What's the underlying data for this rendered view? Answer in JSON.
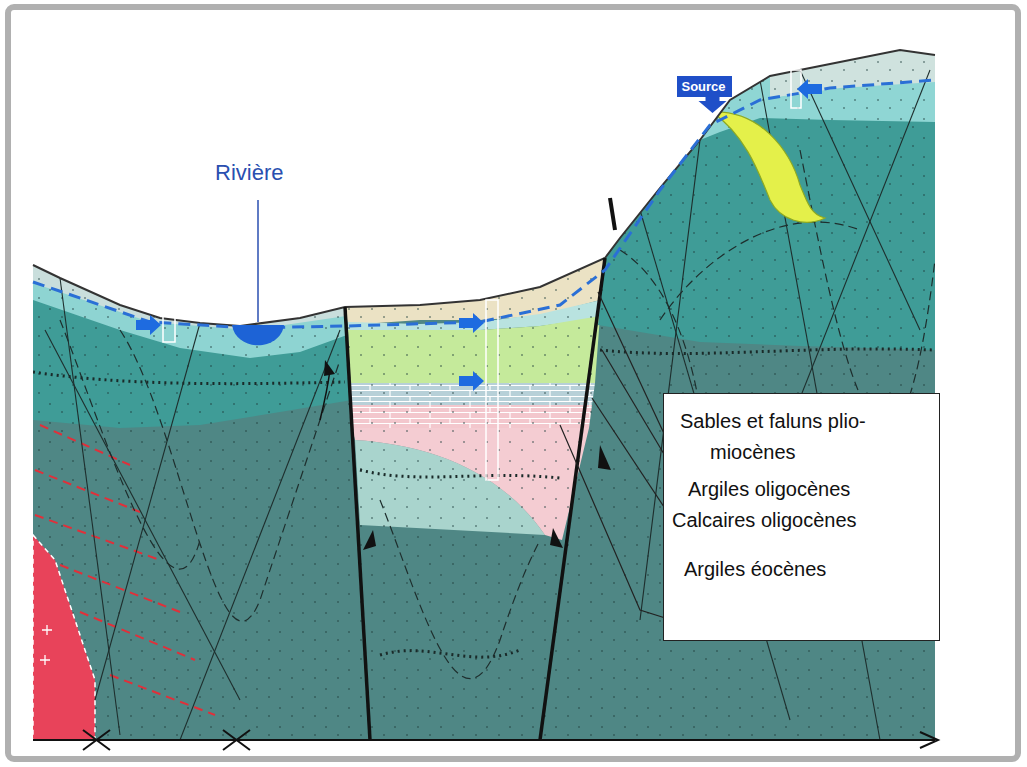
{
  "diagram": {
    "nodes": [
      {
        "text": [
          "Source"
        ]
      },
      {
        "text": [
          "Sables et faluns plio-miocènes",
          "Argiles oligocènes",
          "Calcaires oligocènes",
          "Argiles éocènes"
        ]
      }
    ],
    "labels": [
      "Rivière"
    ]
  }
}
